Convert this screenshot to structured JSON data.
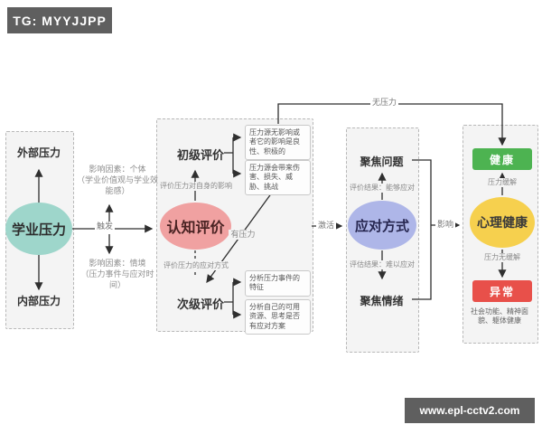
{
  "badge": {
    "label": "TG: MYYJJPP"
  },
  "watermark": {
    "label": "www.epl-cctv2.com"
  },
  "colors": {
    "academic_stress_ellipse": "#9ed6cb",
    "cognitive_appraisal_ellipse": "#f0a1a1",
    "coping_style_ellipse": "#aeb6e8",
    "mental_health_ellipse": "#f6d04e",
    "healthy_box": "#4db351",
    "abnormal_box": "#e8504a",
    "badge_bg": "#5f5f5f"
  },
  "stress_section": {
    "external": "外部压力",
    "node": "学业压力",
    "internal": "内部压力"
  },
  "trigger_edge": {
    "label": "触发",
    "factor_individual": "影响因素：个体",
    "factor_individual_detail": "（学业价值观与学业效能感）",
    "factor_context": "影响因素：情境",
    "factor_context_detail": "（压力事件与应对时间）"
  },
  "appraisal_section": {
    "primary": "初级评价",
    "primary_note": "评价压力对自身的影响",
    "node": "认知评价",
    "secondary_note": "评价压力的应对方式",
    "secondary": "次级评价",
    "no_impact_box": "压力源无影响或者它的影响是良性、积极的",
    "harm_box": "压力源会带来伤害、损失、威胁、挑战",
    "has_stress": "有压力",
    "event_box": "分析压力事件的特征",
    "resource_box": "分析自己的可用资源、思考是否有应对方案"
  },
  "activate_edge": {
    "label": "激活"
  },
  "coping_section": {
    "problem": "聚焦问题",
    "can_cope_note": "评价结果：能够应对",
    "node": "应对方式",
    "cannot_cope_note": "评估结果：难以应对",
    "emotion": "聚焦情绪"
  },
  "influence_edge": {
    "label": "影响"
  },
  "no_stress_edge": {
    "label": "无压力"
  },
  "health_section": {
    "healthy": "健康",
    "relief_note": "压力缓解",
    "node": "心理健康",
    "no_relief_note": "压力无缓解",
    "abnormal": "异常",
    "footnote": "社会功能、精神面貌、躯体健康"
  }
}
